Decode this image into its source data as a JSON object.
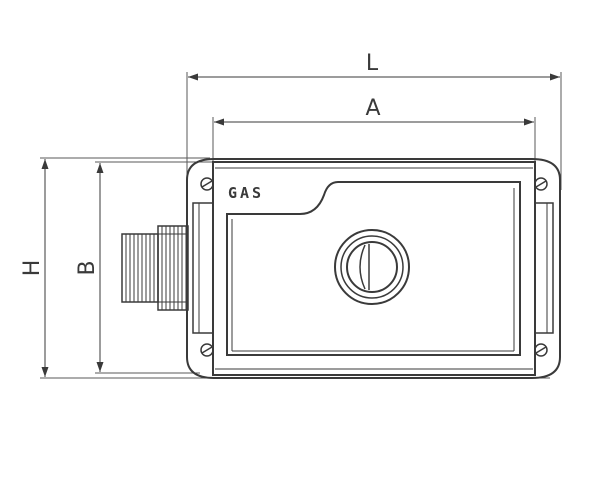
{
  "dimensions": {
    "overall_length": "L",
    "body_length": "A",
    "overall_height": "H",
    "body_height": "B"
  },
  "enclosure": {
    "logo_text": "GAS"
  },
  "colors": {
    "line": "#3a3a3a",
    "background": "#ffffff"
  }
}
